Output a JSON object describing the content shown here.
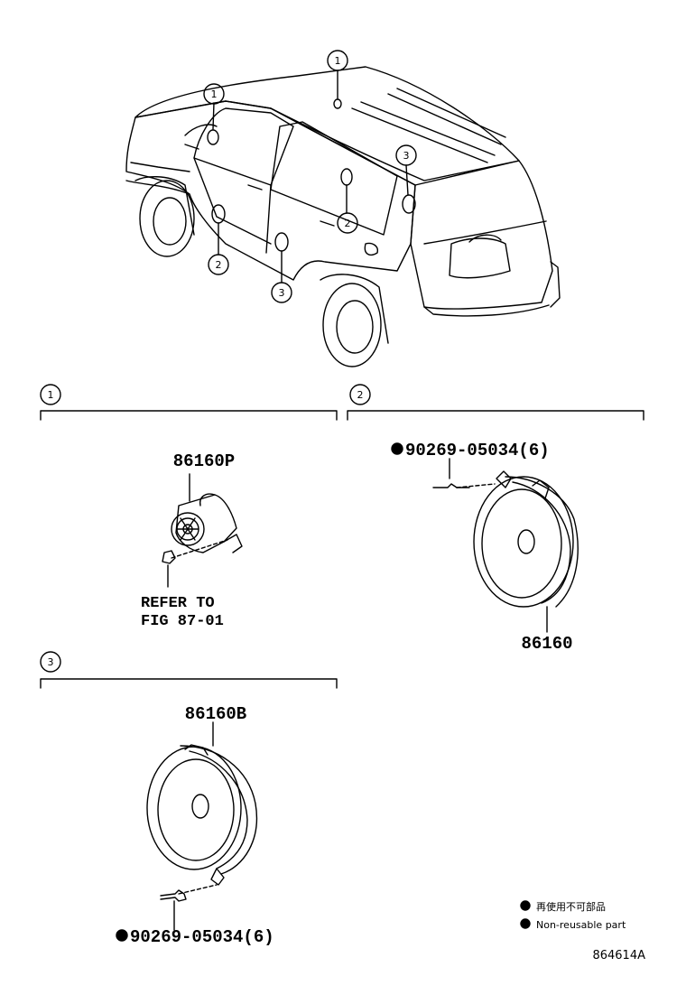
{
  "callouts": {
    "roof": "1",
    "front_pillar": "1",
    "front_door": "2",
    "rear_door": "2",
    "quarter": "3",
    "rear_lower": "3"
  },
  "sections": [
    {
      "number": "1",
      "part": "86160P",
      "note_line1": "REFER TO",
      "note_line2": "FIG 87-01"
    },
    {
      "number": "2",
      "part": "86160",
      "fastener": "90269-05034(6)"
    },
    {
      "number": "3",
      "part": "86160B",
      "fastener": "90269-05034(6)"
    }
  ],
  "legend": {
    "line1": "再使用不可部品",
    "line2": "Non-reusable part"
  },
  "diagram_code": "864614A"
}
